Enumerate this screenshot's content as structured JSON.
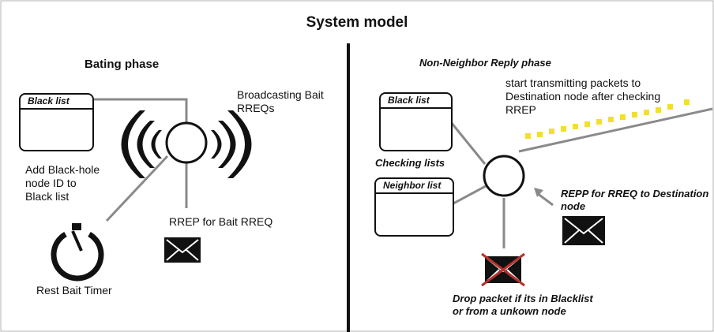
{
  "title": "System model",
  "left_panel": {
    "heading": "Bating phase",
    "blacklist_label": "Black list",
    "broadcast_text": [
      "Broadcasting Bait",
      "RREQs"
    ],
    "add_text": [
      "Add Black-hole",
      "node ID to",
      "Black list"
    ],
    "rrep_text": "RREP for Bait RREQ",
    "timer_text": "Rest Bait Timer"
  },
  "right_panel": {
    "heading": "Non-Neighbor Reply phase",
    "blacklist_label": "Black list",
    "neighbor_label": "Neighbor list",
    "checking_text": "Checking lists",
    "transmit_text": [
      "start transmitting   packets to",
      "Destination node after checking",
      "RREP"
    ],
    "repp_text": [
      "REPP for RREQ to Destination",
      "node"
    ],
    "drop_text": [
      "Drop packet if its in Blacklist",
      "or from a unkown node"
    ]
  },
  "icons": [
    "signal-waves-icon",
    "envelope-icon",
    "timer-icon",
    "crossed-envelope-icon",
    "arrow-icon"
  ],
  "colors": {
    "packet": "#f2e02a",
    "cross": "#b5302d",
    "line": "#8a8a8a",
    "ink": "#111111"
  }
}
